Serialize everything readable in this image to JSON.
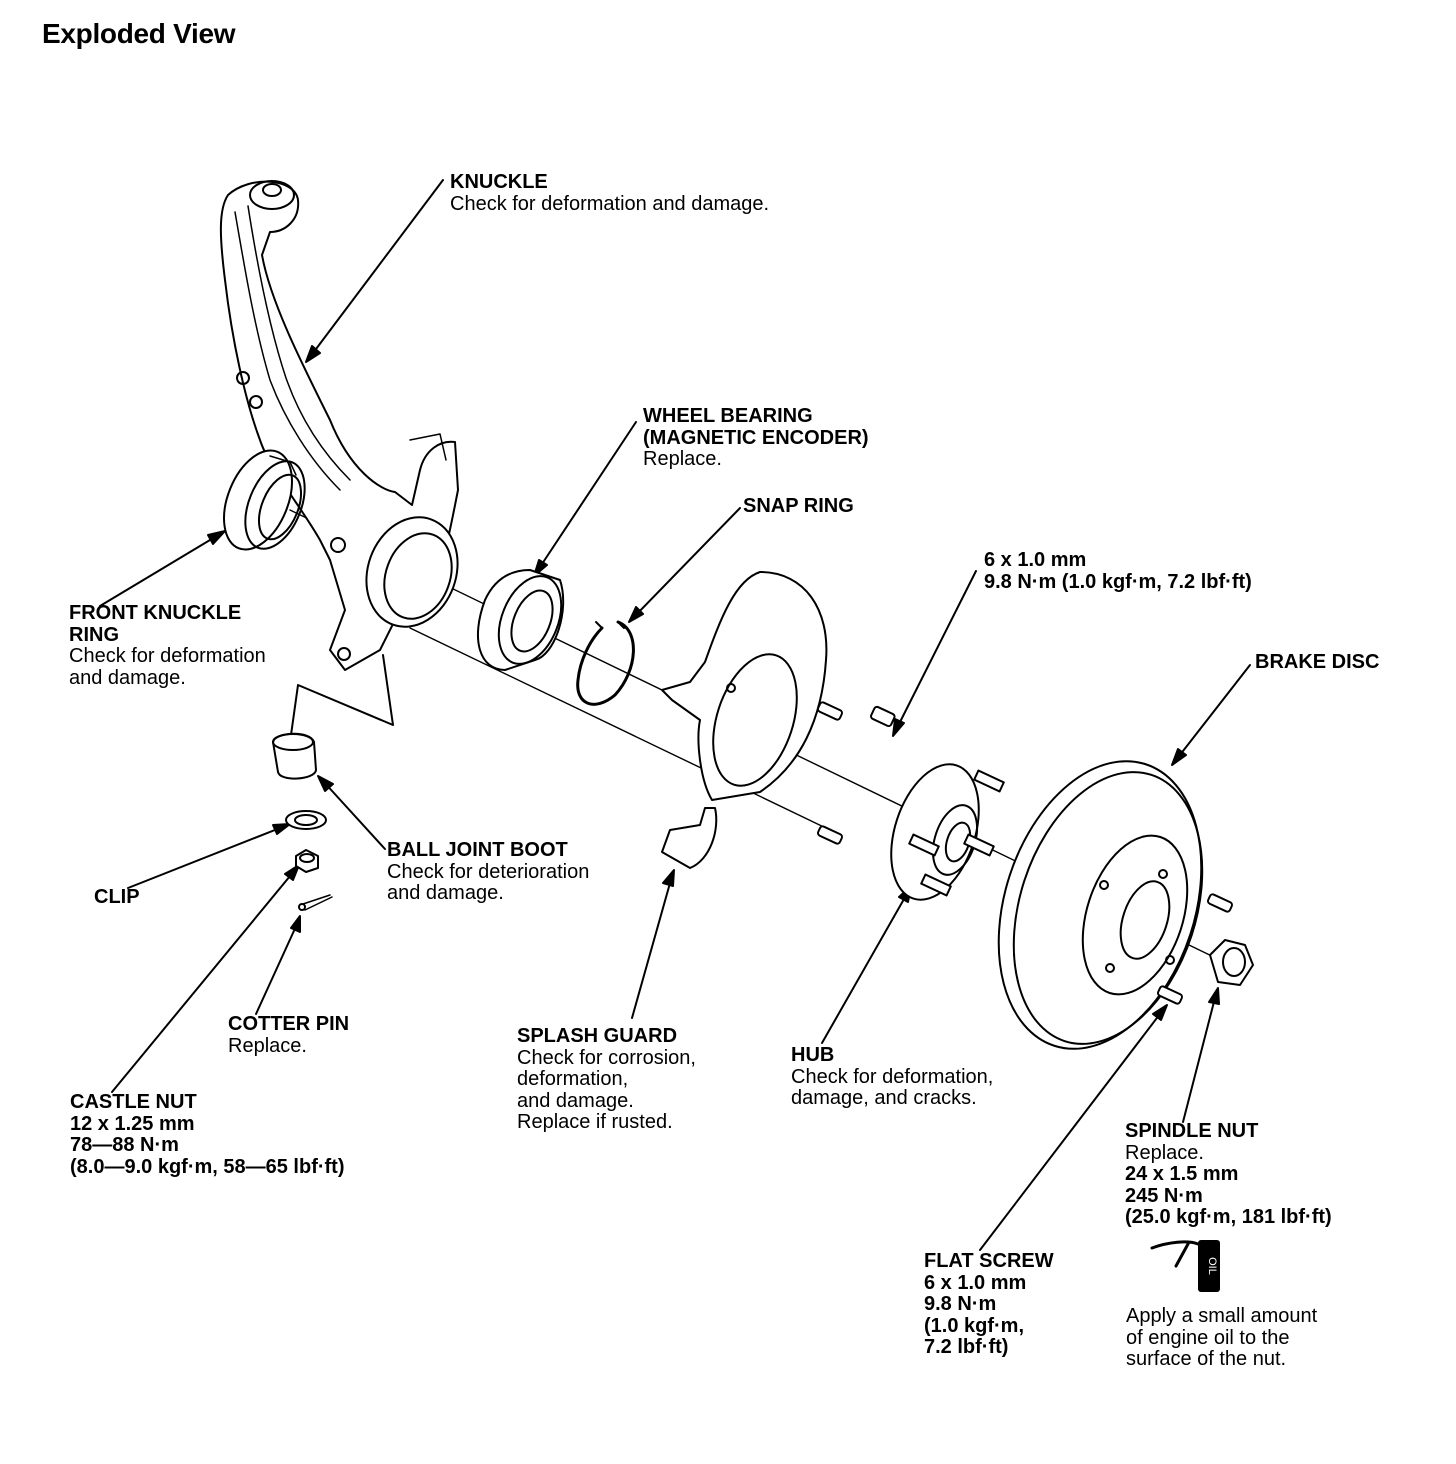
{
  "title": "Exploded View",
  "callouts": {
    "knuckle": [
      "KNUCKLE",
      "Check for deformation and damage."
    ],
    "wheel_bearing": [
      "WHEEL BEARING",
      "(MAGNETIC ENCODER)",
      "Replace."
    ],
    "snap_ring": [
      "SNAP RING"
    ],
    "bolt_spec": [
      "6 x 1.0 mm",
      "9.8 N·m (1.0 kgf·m, 7.2 lbf·ft)"
    ],
    "brake_disc": [
      "BRAKE DISC"
    ],
    "front_knuckle_ring": [
      "FRONT KNUCKLE",
      "RING",
      "Check for deformation",
      "and damage."
    ],
    "ball_joint_boot": [
      "BALL JOINT BOOT",
      "Check for deterioration",
      "and damage."
    ],
    "clip": [
      "CLIP"
    ],
    "cotter_pin": [
      "COTTER PIN",
      "Replace."
    ],
    "castle_nut": [
      "CASTLE NUT",
      "12 x 1.25 mm",
      "78—88 N·m",
      "(8.0—9.0 kgf·m, 58—65 lbf·ft)"
    ],
    "splash_guard": [
      "SPLASH GUARD",
      "Check for corrosion,",
      "deformation,",
      "and damage.",
      "Replace if rusted."
    ],
    "hub": [
      "HUB",
      "Check for deformation,",
      "damage, and cracks."
    ],
    "spindle_nut": [
      "SPINDLE NUT",
      "Replace.",
      "24 x 1.5 mm",
      "245 N·m",
      "(25.0 kgf·m, 181 lbf·ft)"
    ],
    "flat_screw": [
      "FLAT SCREW",
      "6 x 1.0 mm",
      "9.8 N·m",
      "(1.0 kgf·m,",
      "7.2 lbf·ft)"
    ],
    "oil_note": [
      "Apply a small amount",
      "of engine oil to the",
      "surface of the nut."
    ]
  },
  "oil_icon": {
    "label": "OIL",
    "name": "oil-can-icon"
  }
}
